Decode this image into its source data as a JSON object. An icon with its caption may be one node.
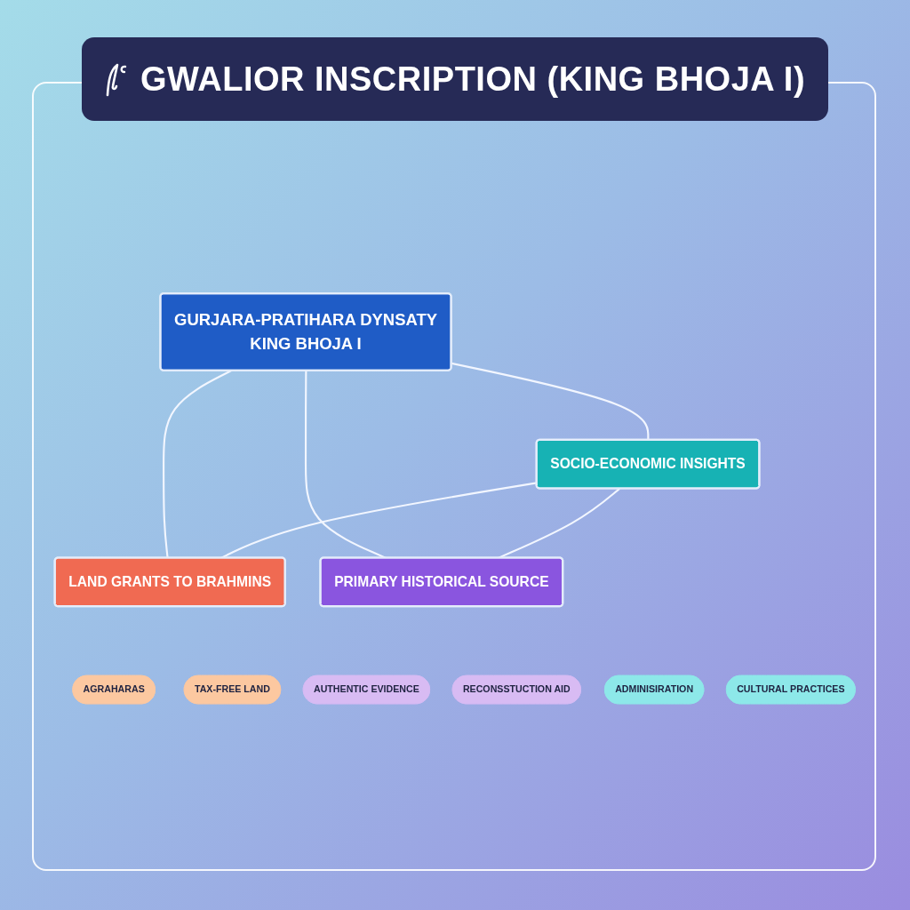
{
  "diagram": {
    "title": "GWALIOR INSCRIPTION (KING BHOJA I)",
    "nodes": [
      {
        "text": [
          "GURJARA-PRATIHARA DYNSATY",
          "KING BHOJA I"
        ]
      },
      {
        "text": [
          "LAND GRANTS TO BRAHMINS"
        ]
      },
      {
        "text": [
          "SOCIO-ECONOMIC INSIGHTS"
        ]
      },
      {
        "text": [
          "PRIMARY HISTORICAL SOURCE"
        ]
      },
      {
        "text": [
          "AGRAHARAS"
        ]
      },
      {
        "text": [
          "TAX-FREE LAND"
        ]
      },
      {
        "text": [
          "ADMINISIRATION"
        ]
      },
      {
        "text": [
          "CULTURAL PRACTICES"
        ]
      },
      {
        "text": [
          "AUTHENTIC EVIDENCE"
        ]
      },
      {
        "text": [
          "RECONSSTUCTION AID"
        ]
      }
    ],
    "edges": [
      {
        "from": 0,
        "to": 1,
        "arrow": "none"
      },
      {
        "from": 0,
        "to": 2,
        "arrow": "none"
      },
      {
        "from": 0,
        "to": 3,
        "arrow": "none"
      },
      {
        "from": 2,
        "to": 1,
        "arrow": "none"
      },
      {
        "from": 2,
        "to": 3,
        "arrow": "none"
      }
    ]
  }
}
